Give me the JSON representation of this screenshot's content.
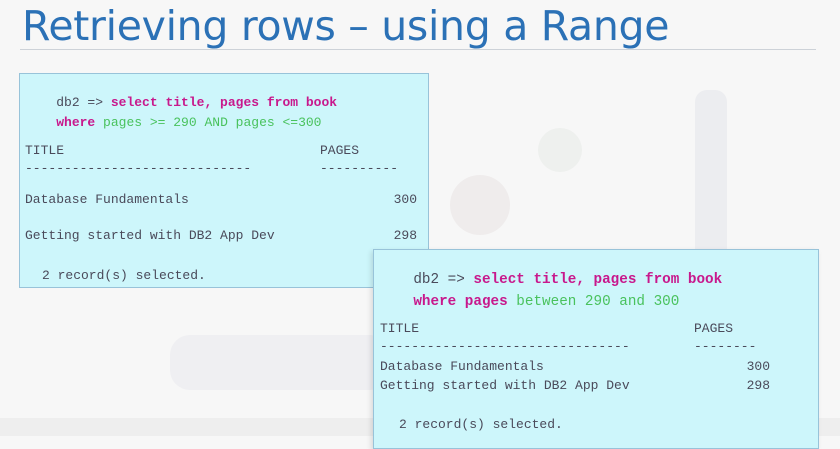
{
  "slide": {
    "title": "Retrieving rows – using a Range"
  },
  "terminal_1": {
    "prompt": "db2 =>",
    "cmd_line1": "select title, pages from book",
    "line2_kw_where": "where",
    "line2_expr": "pages >= 290 AND pages <=300",
    "col_title": "TITLE",
    "col_pages": "PAGES",
    "sep_title": "-----------------------------",
    "sep_pages": "----------",
    "rows": [
      {
        "title": "Database Fundamentals",
        "pages": "300"
      },
      {
        "title": "Getting started with DB2 App Dev",
        "pages": "298"
      }
    ],
    "footer": "2 record(s) selected."
  },
  "terminal_2": {
    "prompt": "db2 =>",
    "cmd_line1": "select title, pages from book",
    "line2_kw_where": "where pages",
    "line2_expr": "between 290 and 300",
    "col_title": "TITLE",
    "col_pages": "PAGES",
    "sep_title": "--------------------------------",
    "sep_pages": "--------",
    "rows": [
      {
        "title": "Database Fundamentals",
        "pages": "300"
      },
      {
        "title": "Getting started with DB2 App Dev",
        "pages": "298"
      }
    ],
    "footer": "2 record(s) selected."
  }
}
